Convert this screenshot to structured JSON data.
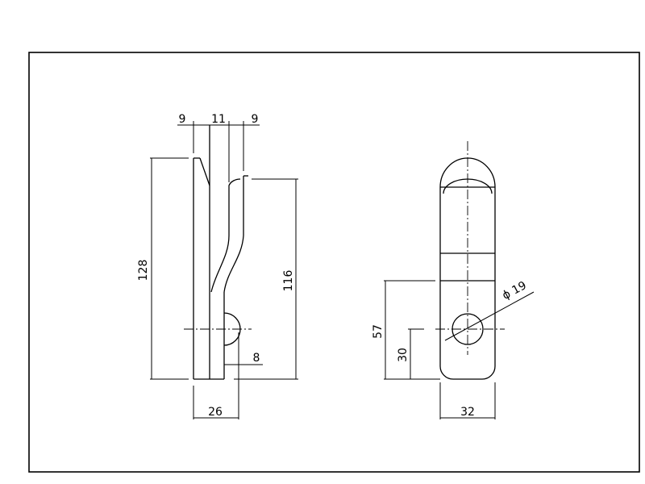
{
  "side_view": {
    "top_dims": [
      "9",
      "11",
      "9"
    ],
    "height_left": "128",
    "height_right": "116",
    "offset": "8",
    "width": "26"
  },
  "front_view": {
    "hole_diameter": "ϕ 19",
    "height_to_waist": "57",
    "height_to_hole": "30",
    "width": "32"
  }
}
